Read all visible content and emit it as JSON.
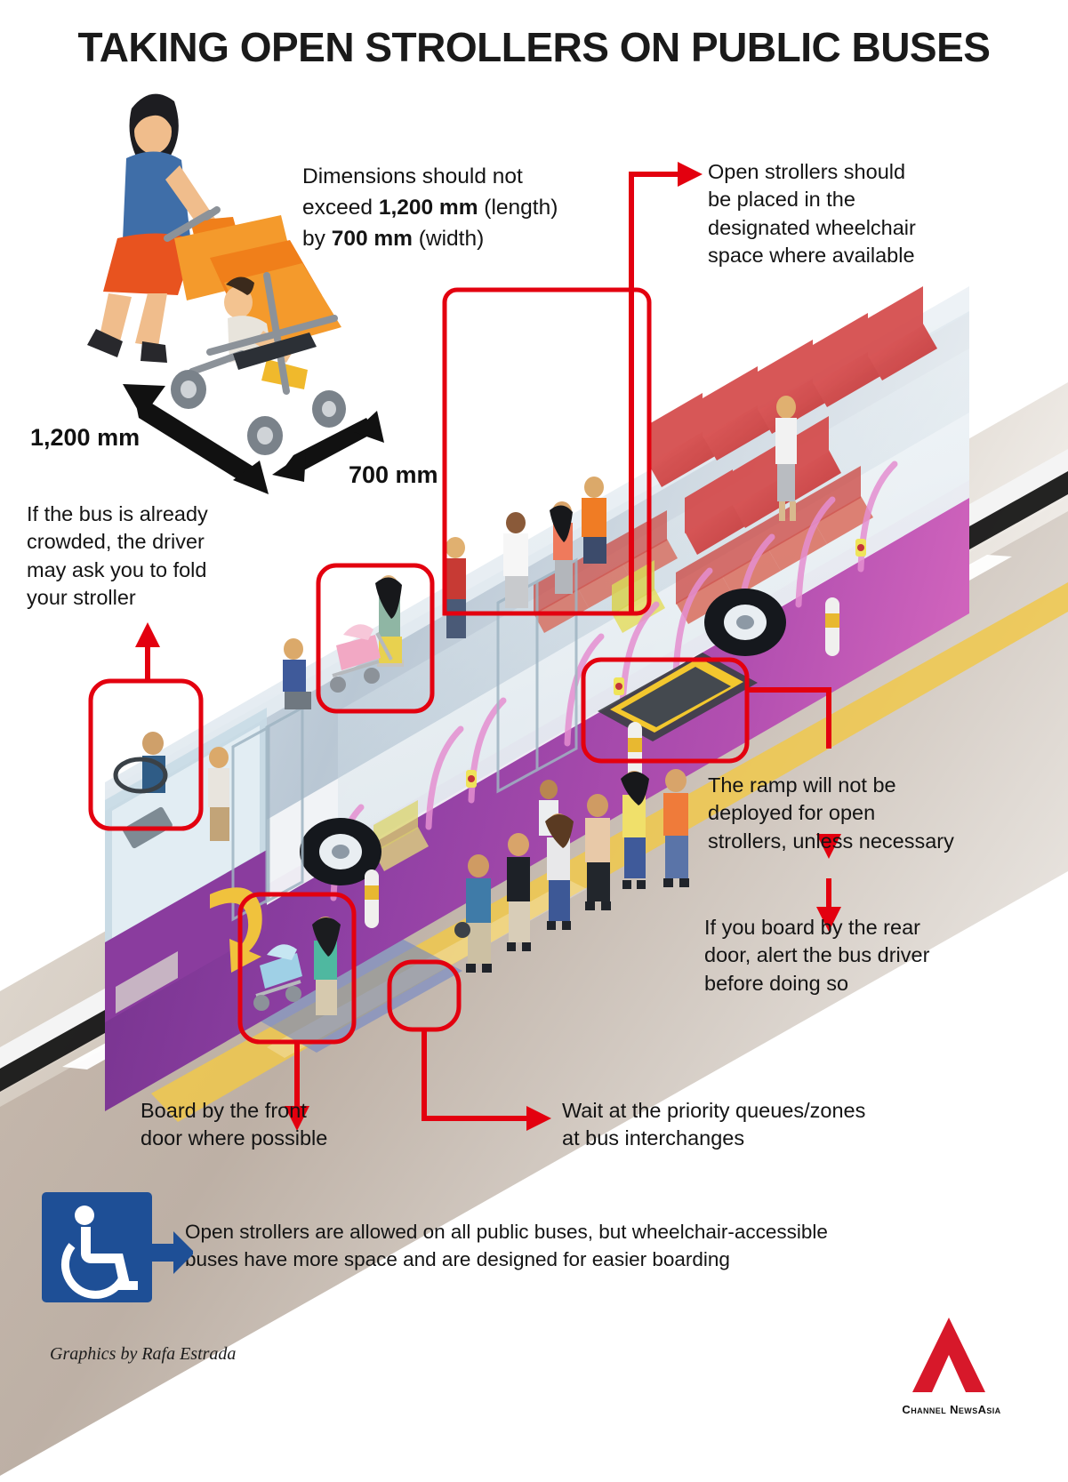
{
  "page": {
    "title": "TAKING OPEN STROLLERS ON PUBLIC BUSES",
    "background": "#ffffff",
    "accent_red": "#e3000f",
    "ink": "#141414"
  },
  "dimensions": {
    "intro_line1": "Dimensions should not",
    "intro_line2_pre": "exceed ",
    "intro_line2_bold": "1,200 mm",
    "intro_line2_post": " (length)",
    "intro_line3_pre": "by ",
    "intro_line3_bold": "700 mm",
    "intro_line3_post": " (width)",
    "length_label": "1,200 mm",
    "width_label": "700 mm"
  },
  "callouts": [
    {
      "id": "wheelchair-space",
      "text": "Open strollers should be placed in the designated wheelchair space where available",
      "lines": [
        "Open strollers should",
        "be placed in the",
        "designated wheelchair",
        "space where available"
      ]
    },
    {
      "id": "crowded-fold",
      "text": "If the bus is already crowded, the driver may ask you to fold your stroller",
      "lines": [
        "If the bus is already",
        "crowded, the driver",
        "may ask you to fold",
        "your stroller"
      ]
    },
    {
      "id": "ramp-not-deployed",
      "text": "The ramp will not be deployed for open strollers, unless necessary",
      "lines": [
        "The ramp will not be",
        "deployed for open",
        "strollers, unless necessary"
      ]
    },
    {
      "id": "rear-door-alert",
      "text": "If you board by the rear door, alert the bus driver before doing so",
      "lines": [
        "If you board by the rear",
        "door, alert the bus driver",
        "before doing so"
      ]
    },
    {
      "id": "front-door-board",
      "text": "Board by the front door where possible",
      "lines": [
        "Board by the front",
        "door where possible"
      ]
    },
    {
      "id": "priority-queue",
      "text": "Wait at the priority queues/zones at bus interchanges",
      "lines": [
        "Wait at the priority queues/zones",
        "at bus interchanges"
      ]
    }
  ],
  "footer": {
    "accessibility_line1": "Open strollers are allowed on all public buses, but wheelchair-accessible",
    "accessibility_line2": "buses have more space and are designed for easier boarding",
    "icon_name": "wheelchair-access-icon",
    "icon_color": "#1e4f96",
    "credit": "Graphics by Rafa Estrada",
    "brand": "Channel NewsAsia",
    "brand_color": "#d7182a"
  }
}
